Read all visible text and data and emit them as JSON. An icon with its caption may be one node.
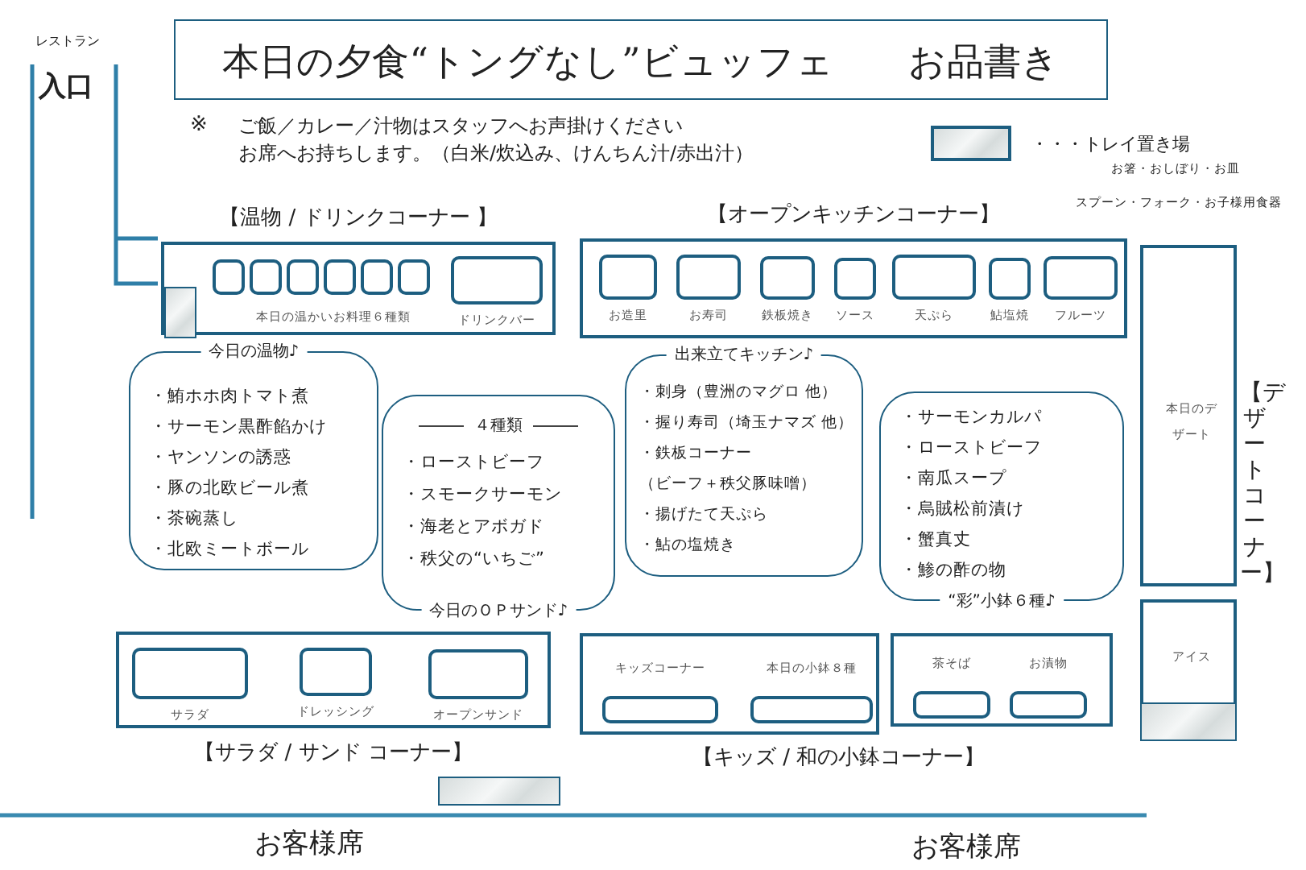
{
  "diagram": {
    "title": "本日の夕食“トングなし”ビュッフェ　　お品書き",
    "nodes": [
      {
        "text": [
          "入口"
        ],
        "beside": [
          "レストラン"
        ]
      },
      {
        "text": [
          "【温物 / ドリンクコーナー 】",
          "本日の温かいお料理６種類"
        ]
      },
      {
        "text": [],
        "shape": "box",
        "in": 1
      },
      {
        "text": [],
        "shape": "box",
        "in": 1
      },
      {
        "text": [],
        "shape": "box",
        "in": 1
      },
      {
        "text": [],
        "shape": "box",
        "in": 1
      },
      {
        "text": [],
        "shape": "box",
        "in": 1
      },
      {
        "text": [],
        "shape": "box",
        "in": 1
      },
      {
        "text": [],
        "shape": "box",
        "in": 1,
        "beside": [
          "ドリンクバー"
        ]
      },
      {
        "text": [
          "【オープンキッチンコーナー】"
        ]
      },
      {
        "text": [],
        "shape": "box",
        "in": 9,
        "beside": [
          "お造里"
        ]
      },
      {
        "text": [],
        "shape": "box",
        "in": 9,
        "beside": [
          "お寿司"
        ]
      },
      {
        "text": [],
        "shape": "box",
        "in": 9,
        "beside": [
          "鉄板焼き"
        ]
      },
      {
        "text": [],
        "shape": "box",
        "in": 9,
        "beside": [
          "ソース"
        ]
      },
      {
        "text": [],
        "shape": "box",
        "in": 9,
        "beside": [
          "天ぷら"
        ]
      },
      {
        "text": [],
        "shape": "box",
        "in": 9,
        "beside": [
          "鮎塩焼"
        ]
      },
      {
        "text": [],
        "shape": "box",
        "in": 9,
        "beside": [
          "フルーツ"
        ]
      },
      {
        "text": [
          "今日の温物♪",
          "・鮪ホホ肉トマト煮",
          "・サーモン黒酢餡かけ",
          "・ヤンソンの誘惑",
          "・豚の北欧ビール煮",
          "・茶碗蒸し",
          "・北欧ミートボール"
        ]
      },
      {
        "text": [
          "４種類",
          "・ローストビーフ",
          "・スモークサーモン",
          "・海老とアボガド",
          "・秩父の“いちご”",
          "今日のＯＰサンド♪"
        ]
      },
      {
        "text": [
          "出来立てキッチン♪",
          "・刺身（豊洲のマグロ 他）",
          "・握り寿司（埼玉ナマズ 他）",
          "・鉄板コーナー",
          "（ビーフ＋秩父豚味噌）",
          "・揚げたて天ぷら",
          "・鮎の塩焼き"
        ]
      },
      {
        "text": [
          "・サーモンカルパ",
          "・ローストビーフ",
          "・南瓜スープ",
          "・烏賊松前漬け",
          "・蟹真丈",
          "・鯵の酢の物",
          "“彩”小鉢６種♪"
        ]
      },
      {
        "text": [
          "本日のデザート"
        ],
        "beside": [
          "【デザートコーナー】"
        ]
      },
      {
        "text": [
          "アイス"
        ]
      },
      {
        "text": [
          "【サラダ / サンド コーナー】"
        ]
      },
      {
        "text": [],
        "shape": "box",
        "in": 23,
        "beside": [
          "サラダ"
        ]
      },
      {
        "text": [],
        "shape": "box",
        "in": 23,
        "beside": [
          "ドレッシング"
        ]
      },
      {
        "text": [],
        "shape": "box",
        "in": 23,
        "beside": [
          "オープンサンド"
        ]
      },
      {
        "text": [],
        "shape": "box"
      },
      {
        "text": [],
        "shape": "box",
        "in": 27,
        "beside": [
          "キッズコーナー"
        ]
      },
      {
        "text": [],
        "shape": "box",
        "in": 27,
        "beside": [
          "本日の小鉢８種"
        ]
      },
      {
        "text": [],
        "shape": "box"
      },
      {
        "text": [],
        "shape": "box",
        "in": 30,
        "beside": [
          "茶そば"
        ]
      },
      {
        "text": [],
        "shape": "box",
        "in": 30,
        "beside": [
          "お漬物"
        ]
      },
      {
        "text": [],
        "shape": "box"
      }
    ],
    "labels": [
      "※",
      "ご飯／カレー／汁物はスタッフへお声掛けください",
      "お席へお持ちします。（白米/炊込み、けんちん汁/赤出汁）",
      "お箸・おしぼり・お皿",
      "スプーン・フォーク・お子様用食器",
      "【キッズ / 和の小鉢コーナー】",
      "お客様席",
      "お客様席"
    ],
    "legend": [
      {
        "text": "・・・トレイ置き場",
        "color": "#d6dcdc"
      }
    ]
  }
}
